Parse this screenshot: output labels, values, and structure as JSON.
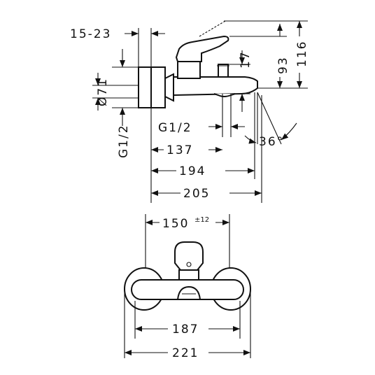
{
  "drawing": {
    "side_view": {
      "dim_15_23": "15-23",
      "dim_diam_71": "Ø71",
      "dim_g12_left": "G1/2",
      "dim_g12_bottom": "G1/2",
      "dim_17": "17",
      "dim_93": "93",
      "dim_116": "116",
      "dim_36deg": "36°",
      "dim_137": "137",
      "dim_194": "194",
      "dim_205": "205"
    },
    "front_view": {
      "dim_150": "150",
      "dim_150_tol": "±12",
      "dim_187": "187",
      "dim_221": "221"
    }
  }
}
